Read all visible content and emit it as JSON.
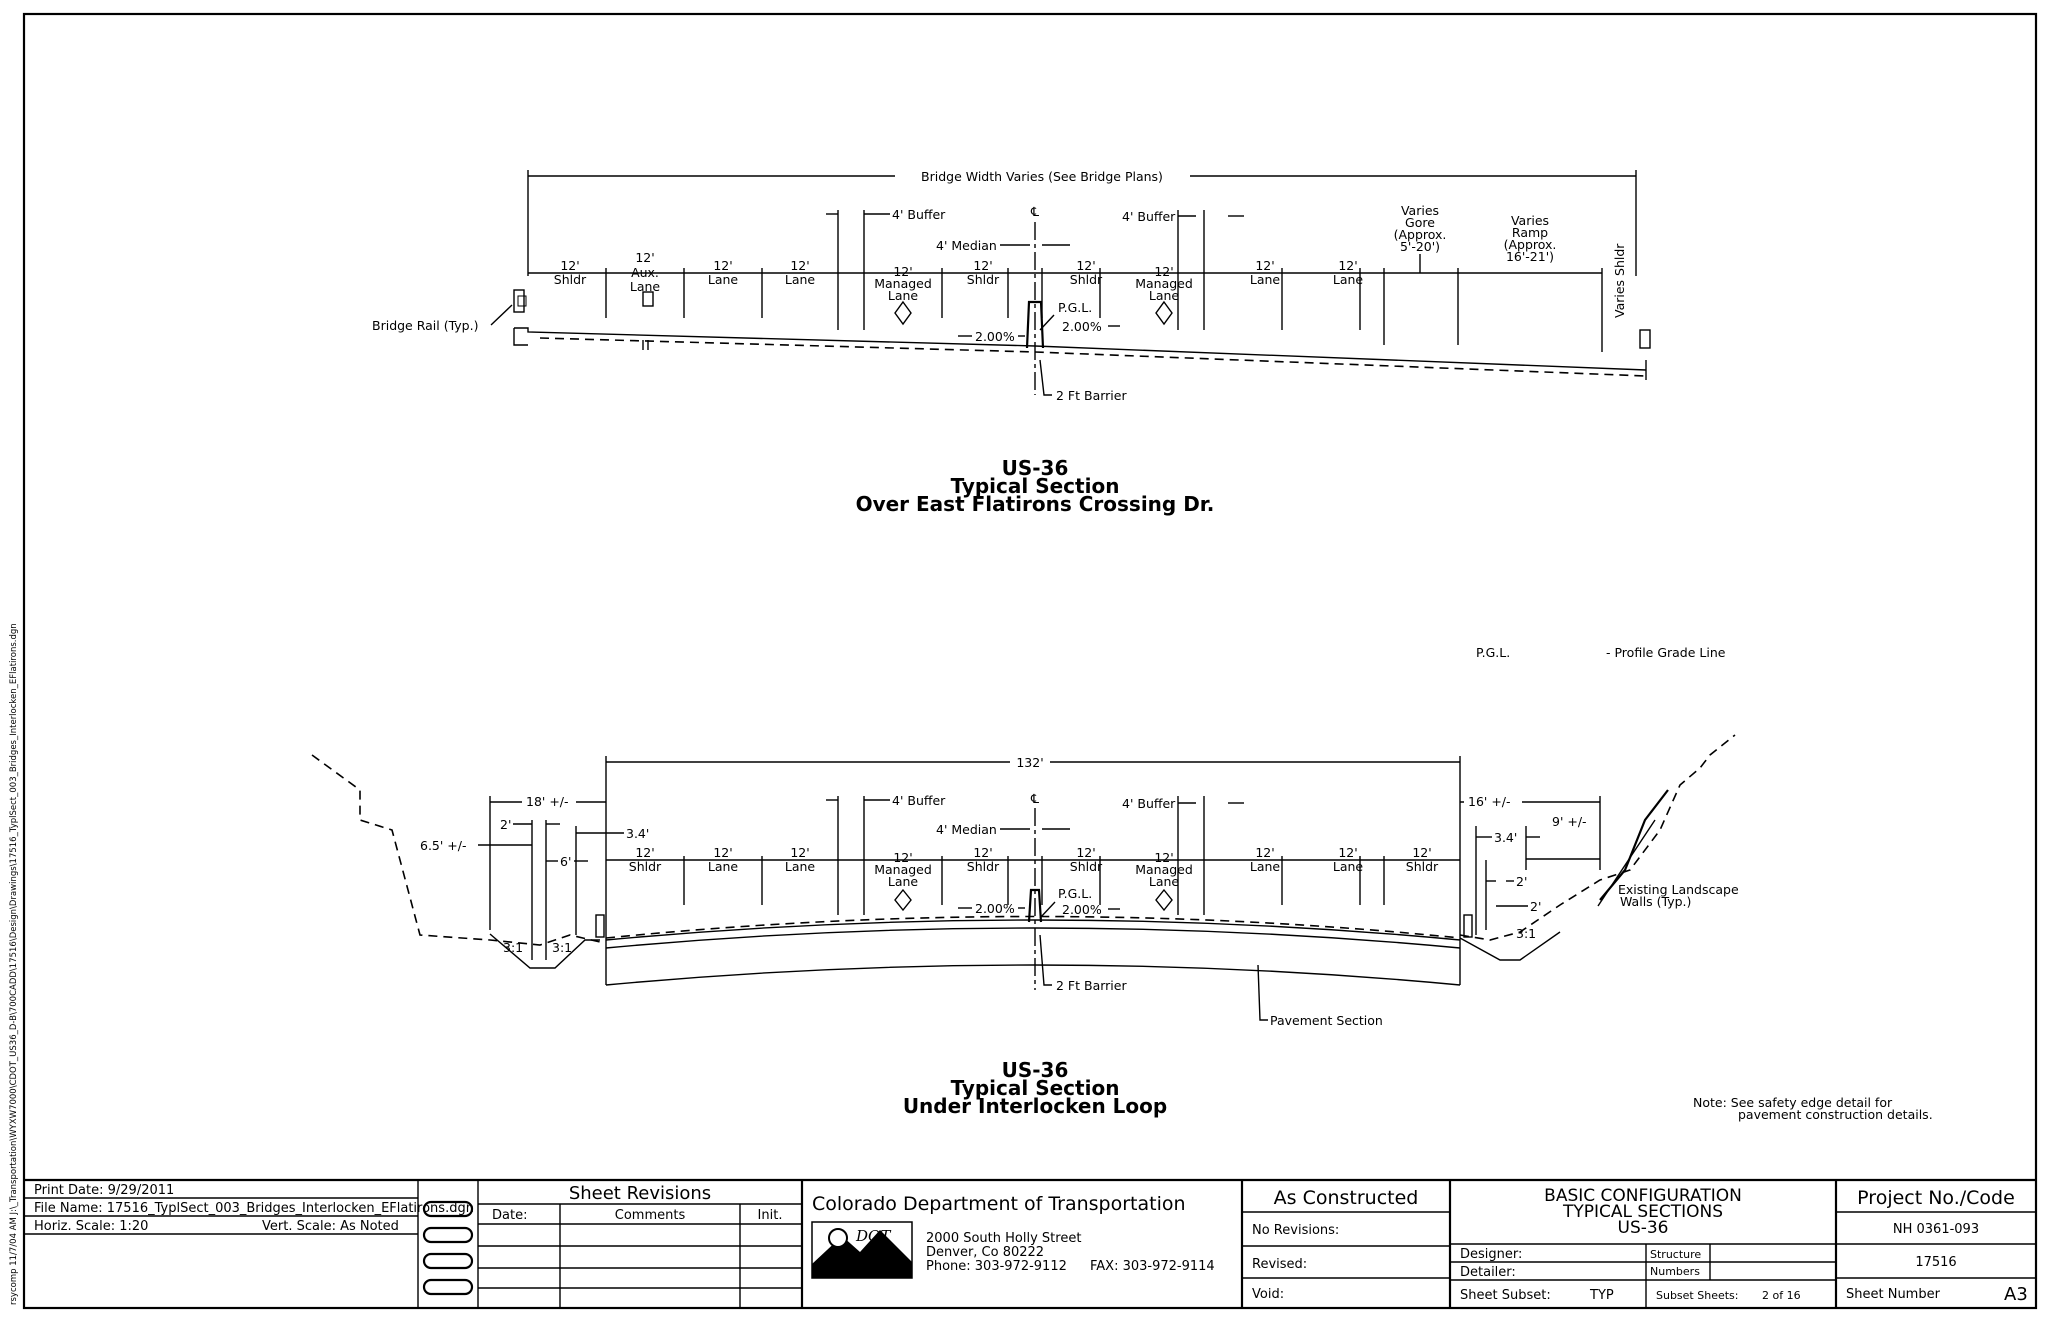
{
  "side_path": "rsycomp 11/7/04 AM J:\\_Transportation\\WYXW7000\\CDOT_US36_D-B\\700CADD\\17516\\Design\\Drawings\\17516_TyplSect_003_Bridges_Interlocken_EFlatirons.dgn",
  "section1": {
    "title_line1": "US-36",
    "title_line2": "Typical Section",
    "title_line3": "Over East Flatirons Crossing Dr.",
    "overall": "Bridge Width Varies (See Bridge Plans)",
    "bridge_rail": "Bridge Rail (Typ.)",
    "buffer_left": "4' Buffer",
    "buffer_right": "4' Buffer",
    "median": "4' Median",
    "cl": "℄",
    "pgl": "P.G.L.",
    "slope_left": "2.00%",
    "slope_right": "2.00%",
    "barrier": "2 Ft Barrier",
    "lanes": [
      {
        "w": "12'",
        "t": "Shldr"
      },
      {
        "w": "12'",
        "t": "Aux.",
        "t2": "Lane"
      },
      {
        "w": "12'",
        "t": "Lane"
      },
      {
        "w": "12'",
        "t": "Lane"
      },
      {
        "w": "12'",
        "t": "Managed",
        "t2": "Lane"
      },
      {
        "w": "12'",
        "t": "Shldr"
      },
      {
        "w": "12'",
        "t": "Shldr"
      },
      {
        "w": "12'",
        "t": "Managed",
        "t2": "Lane"
      },
      {
        "w": "12'",
        "t": "Lane"
      },
      {
        "w": "12'",
        "t": "Lane"
      }
    ],
    "gore": [
      "Varies",
      "Gore",
      "(Approx.",
      "5'-20')"
    ],
    "ramp": [
      "Varies",
      "Ramp",
      "(Approx.",
      "16'-21')"
    ],
    "varies_shldr": "Varies Shldr"
  },
  "legend": {
    "abbr": "P.G.L.",
    "def": "- Profile Grade Line"
  },
  "section2": {
    "title_line1": "US-36",
    "title_line2": "Typical Section",
    "title_line3": "Under Interlocken Loop",
    "overall": "132'",
    "left_dims": [
      "18' +/-",
      "2'",
      "6.5' +/-",
      "3.4'",
      "6'"
    ],
    "right_dims": [
      "16' +/-",
      "3.4'",
      "9' +/-",
      "2'",
      "2'"
    ],
    "slope_l1": "3:1",
    "slope_l2": "3:1",
    "slope_r1": "3:1",
    "buffer_left": "4' Buffer",
    "buffer_right": "4' Buffer",
    "median": "4' Median",
    "cl": "℄",
    "pgl": "P.G.L.",
    "slope_left": "2.00%",
    "slope_right": "2.00%",
    "barrier": "2 Ft Barrier",
    "pavement": "Pavement Section",
    "walls": [
      "Existing Landscape",
      "Walls (Typ.)"
    ],
    "lanes": [
      {
        "w": "12'",
        "t": "Shldr"
      },
      {
        "w": "12'",
        "t": "Lane"
      },
      {
        "w": "12'",
        "t": "Lane"
      },
      {
        "w": "12'",
        "t": "Managed",
        "t2": "Lane"
      },
      {
        "w": "12'",
        "t": "Shldr"
      },
      {
        "w": "12'",
        "t": "Shldr"
      },
      {
        "w": "12'",
        "t": "Managed",
        "t2": "Lane"
      },
      {
        "w": "12'",
        "t": "Lane"
      },
      {
        "w": "12'",
        "t": "Lane"
      },
      {
        "w": "12'",
        "t": "Shldr"
      }
    ]
  },
  "note": [
    "Note: See safety edge detail for",
    "pavement construction details."
  ],
  "titleblock": {
    "print_date": "Print Date: 9/29/2011",
    "file_name": "File Name: 17516_TyplSect_003_Bridges_Interlocken_EFlatirons.dgn",
    "horiz_scale": "Horiz. Scale: 1:20",
    "vert_scale": "Vert. Scale: As Noted",
    "revisions_title": "Sheet Revisions",
    "col_date": "Date:",
    "col_comments": "Comments",
    "col_init": "Init.",
    "agency": "Colorado Department of Transportation",
    "logo": "DOT",
    "addr1": "2000 South Holly Street",
    "addr2": "Denver, Co 80222",
    "phone": "Phone: 303-972-9112",
    "fax": "FAX: 303-972-9114",
    "as_constructed": "As Constructed",
    "no_revisions": "No Revisions:",
    "revised": "Revised:",
    "void": "Void:",
    "sheet_title1": "BASIC CONFIGURATION",
    "sheet_title2": "TYPICAL SECTIONS",
    "sheet_title3": "US-36",
    "designer": "Designer:",
    "detailer": "Detailer:",
    "structure": "Structure",
    "numbers": "Numbers",
    "sheet_subset": "Sheet Subset:",
    "subset_val": "TYP",
    "subset_sheets": "Subset Sheets:",
    "subset_sheets_val": "2 of 16",
    "project_code": "Project No./Code",
    "project_no": "NH 0361-093",
    "project_num": "17516",
    "sheet_number": "Sheet Number",
    "sheet_number_val": "A3"
  }
}
